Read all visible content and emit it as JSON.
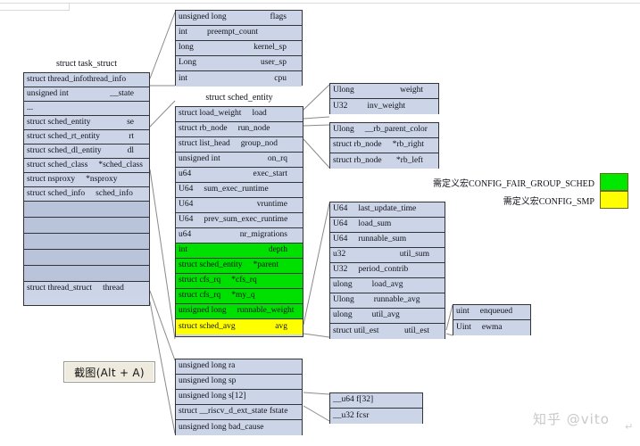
{
  "legend": {
    "fair_group_sched": "需定义宏CONFIG_FAIR_GROUP_SCHED",
    "smp": "需定义宏CONFIG_SMP",
    "green_color": "#00e800",
    "yellow_color": "#ffff00"
  },
  "snip_button": {
    "label": "截图(Alt + A)"
  },
  "watermark": {
    "text": "知乎 @vito",
    "mark": "↵"
  },
  "boxes": {
    "task_struct": {
      "title": "struct task_struct",
      "rows": [
        {
          "type": "struct thread_info",
          "name": "thread_info"
        },
        {
          "type": "unsigned int",
          "name": "__state"
        },
        {
          "type": "...",
          "name": ""
        },
        {
          "type": "struct sched_entity",
          "name": "se"
        },
        {
          "type": "struct sched_rt_entity",
          "name": "rt"
        },
        {
          "type": "struct sched_dl_entity",
          "name": "dl"
        },
        {
          "type": "struct sched_class",
          "name": "*sched_class"
        },
        {
          "type": "struct nsproxy",
          "name": "*nsproxy"
        },
        {
          "type": "struct sched_info",
          "name": "sched_info"
        },
        {
          "type": "",
          "name": ""
        },
        {
          "type": "",
          "name": ""
        },
        {
          "type": "",
          "name": ""
        },
        {
          "type": "",
          "name": ""
        },
        {
          "type": "",
          "name": ""
        },
        {
          "type": "struct thread_struct",
          "name": "thread"
        }
      ]
    },
    "thread_info": {
      "title": "",
      "rows": [
        {
          "type": "unsigned long",
          "name": "flags"
        },
        {
          "type": "int",
          "name": "preempt_count"
        },
        {
          "type": "long",
          "name": "kernel_sp"
        },
        {
          "type": "Long",
          "name": "user_sp"
        },
        {
          "type": "int",
          "name": "cpu"
        }
      ]
    },
    "sched_entity": {
      "title": "struct sched_entity",
      "rows": [
        {
          "type": "struct load_weight",
          "name": "load",
          "hl": ""
        },
        {
          "type": "struct rb_node",
          "name": "run_node",
          "hl": ""
        },
        {
          "type": "struct list_head",
          "name": "group_nod",
          "hl": ""
        },
        {
          "type": "unsigned int",
          "name": "on_rq",
          "hl": ""
        },
        {
          "type": "u64",
          "name": "exec_start",
          "hl": ""
        },
        {
          "type": "U64",
          "name": "sum_exec_runtime",
          "hl": ""
        },
        {
          "type": "U64",
          "name": "vruntime",
          "hl": ""
        },
        {
          "type": "U64",
          "name": "prev_sum_exec_runtime",
          "hl": ""
        },
        {
          "type": "u64",
          "name": "nr_migrations",
          "hl": ""
        },
        {
          "type": "int",
          "name": "depth",
          "hl": "green"
        },
        {
          "type": "struct sched_entity",
          "name": "*parent",
          "hl": "green"
        },
        {
          "type": "struct cfs_rq",
          "name": "*cfs_rq",
          "hl": "green"
        },
        {
          "type": "struct cfs_rq",
          "name": "*my_q",
          "hl": "green"
        },
        {
          "type": "unsigned long",
          "name": "runnable_weight",
          "hl": "green"
        },
        {
          "type": "struct sched_avg",
          "name": "avg",
          "hl": "yellow"
        }
      ]
    },
    "load_weight": {
      "title": "",
      "rows": [
        {
          "type": "Ulong",
          "name": "weight"
        },
        {
          "type": "U32",
          "name": "inv_weight"
        }
      ]
    },
    "rb_node": {
      "title": "",
      "rows": [
        {
          "type": "Ulong",
          "name": "__rb_parent_color"
        },
        {
          "type": "struct rb_node",
          "name": "*rb_right"
        },
        {
          "type": "struct rb_node",
          "name": "*rb_left"
        }
      ]
    },
    "sched_avg": {
      "title": "",
      "rows": [
        {
          "type": "U64",
          "name": "last_update_time"
        },
        {
          "type": "U64",
          "name": "load_sum"
        },
        {
          "type": "U64",
          "name": "runnable_sum"
        },
        {
          "type": "u32",
          "name": "util_sum"
        },
        {
          "type": "U32",
          "name": "period_contrib"
        },
        {
          "type": "ulong",
          "name": "load_avg"
        },
        {
          "type": "Ulong",
          "name": "runnable_avg"
        },
        {
          "type": "ulong",
          "name": "util_avg"
        },
        {
          "type": "struct util_est",
          "name": "util_est"
        }
      ]
    },
    "util_est": {
      "title": "",
      "rows": [
        {
          "type": "uint",
          "name": "enqueued"
        },
        {
          "type": "Uint",
          "name": "ewma"
        }
      ]
    },
    "thread_struct": {
      "title": "",
      "rows": [
        {
          "type": "unsigned long ra",
          "name": ""
        },
        {
          "type": "unsigned long sp",
          "name": ""
        },
        {
          "type": "unsigned long s[12]",
          "name": ""
        },
        {
          "type": "struct __riscv_d_ext_state fstate",
          "name": ""
        },
        {
          "type": "unsigned long bad_cause",
          "name": ""
        }
      ]
    },
    "fstate": {
      "title": "",
      "rows": [
        {
          "type": "__u64 f[32]",
          "name": ""
        },
        {
          "type": "__u32 fcsr",
          "name": ""
        }
      ]
    }
  }
}
